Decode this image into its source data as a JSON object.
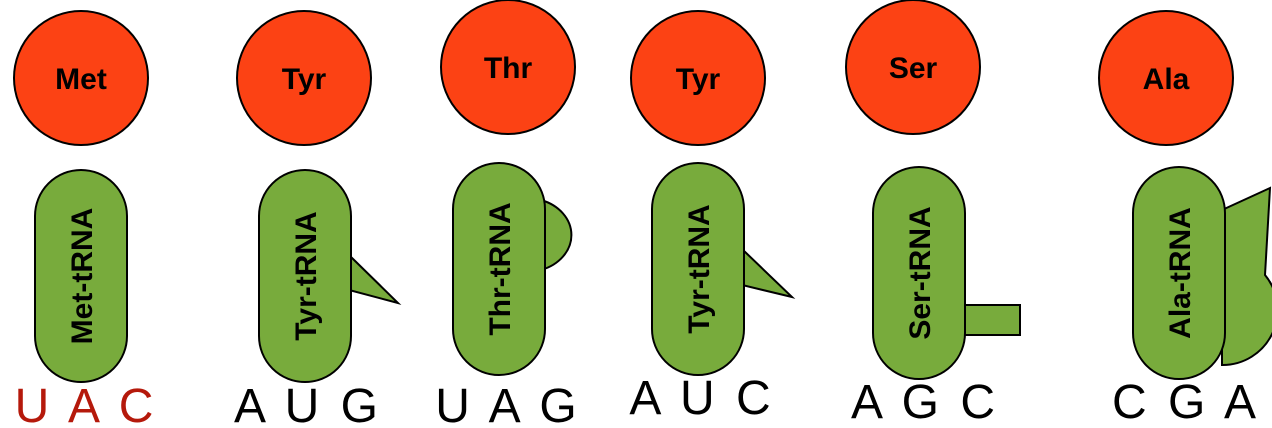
{
  "colors": {
    "amino_acid_fill": "#FC4214",
    "trna_fill": "#78AB3C",
    "outline": "#000000",
    "codon_default": "#000000",
    "codon_highlight": "#B5190B"
  },
  "molecules": [
    {
      "amino_acid": "Met",
      "trna": "Met-tRNA",
      "anticodon": "U A C",
      "highlight": true,
      "attachment": "none"
    },
    {
      "amino_acid": "Tyr",
      "trna": "Tyr-tRNA",
      "anticodon": "A U G",
      "highlight": false,
      "attachment": "triangle"
    },
    {
      "amino_acid": "Thr",
      "trna": "Thr-tRNA",
      "anticodon": "U A G",
      "highlight": false,
      "attachment": "semicircle"
    },
    {
      "amino_acid": "Tyr",
      "trna": "Tyr-tRNA",
      "anticodon": "A U C",
      "highlight": false,
      "attachment": "triangle"
    },
    {
      "amino_acid": "Ser",
      "trna": "Ser-tRNA",
      "anticodon": "A G C",
      "highlight": false,
      "attachment": "rectangle"
    },
    {
      "amino_acid": "Ala",
      "trna": "Ala-tRNA",
      "anticodon": "C G A",
      "highlight": false,
      "attachment": "triangle-semicircle"
    }
  ]
}
